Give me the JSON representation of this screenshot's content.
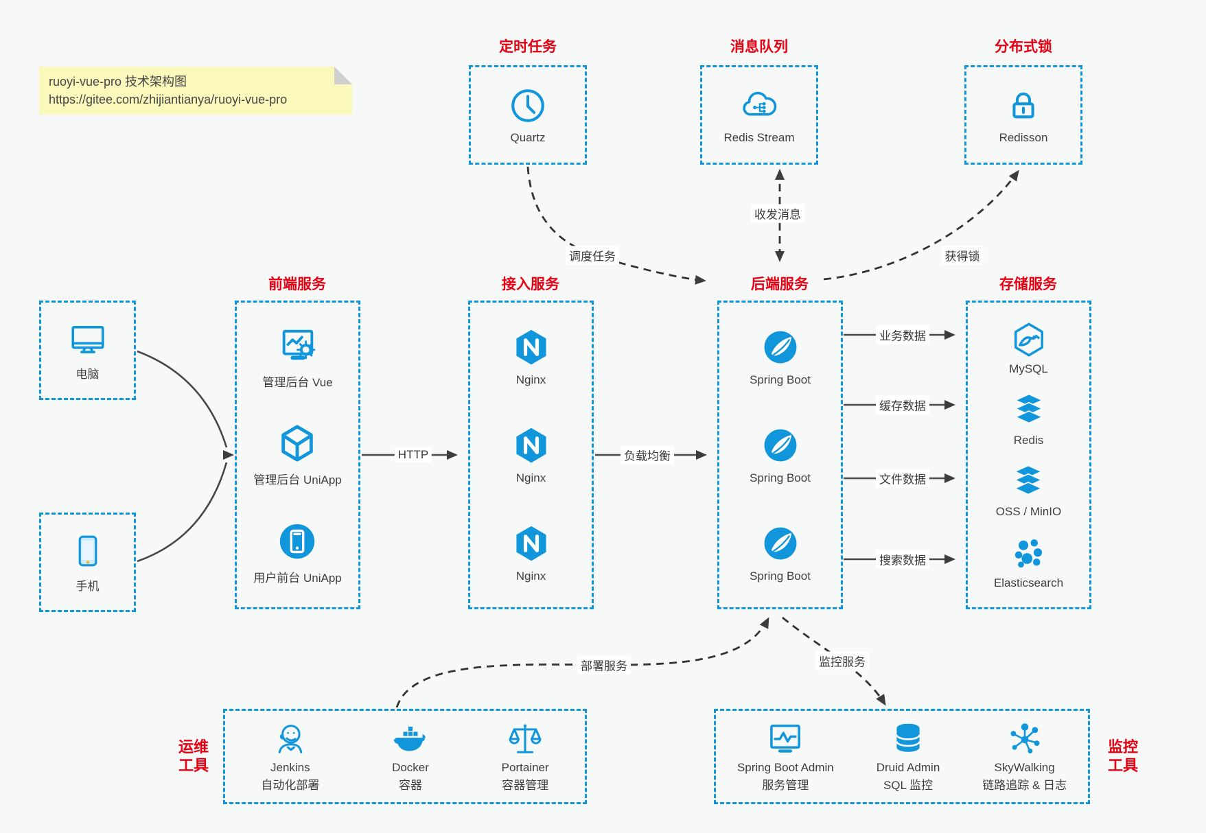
{
  "note": {
    "line1": "ruoyi-vue-pro 技术架构图",
    "line2": "https://gitee.com/zhijiantianya/ruoyi-vue-pro"
  },
  "colors": {
    "accent_blue": "#1296db",
    "title_red": "#e60012",
    "arrow_dark": "#3c3c3c",
    "note_yellow": "#fbf8bb"
  },
  "top_services": [
    {
      "title": "定时任务",
      "item": "Quartz",
      "icon": "clock-icon"
    },
    {
      "title": "消息队列",
      "item": "Redis Stream",
      "icon": "cloud-mq-icon"
    },
    {
      "title": "分布式锁",
      "item": "Redisson",
      "icon": "lock-icon"
    }
  ],
  "clients": [
    {
      "label": "电脑",
      "icon": "computer-icon"
    },
    {
      "label": "手机",
      "icon": "phone-icon"
    }
  ],
  "columns": {
    "frontend": {
      "title": "前端服务",
      "items": [
        {
          "label": "管理后台 Vue",
          "icon": "admin-vue-icon"
        },
        {
          "label": "管理后台 UniApp",
          "icon": "cube-icon"
        },
        {
          "label": "用户前台 UniApp",
          "icon": "user-app-icon"
        }
      ]
    },
    "gateway": {
      "title": "接入服务",
      "items": [
        {
          "label": "Nginx",
          "icon": "nginx-icon"
        },
        {
          "label": "Nginx",
          "icon": "nginx-icon"
        },
        {
          "label": "Nginx",
          "icon": "nginx-icon"
        }
      ]
    },
    "backend": {
      "title": "后端服务",
      "items": [
        {
          "label": "Spring Boot",
          "icon": "spring-boot-icon"
        },
        {
          "label": "Spring Boot",
          "icon": "spring-boot-icon"
        },
        {
          "label": "Spring Boot",
          "icon": "spring-boot-icon"
        }
      ]
    },
    "storage": {
      "title": "存储服务",
      "items": [
        {
          "label": "MySQL",
          "icon": "mysql-icon"
        },
        {
          "label": "Redis",
          "icon": "redis-icon"
        },
        {
          "label": "OSS / MinIO",
          "icon": "oss-minio-icon"
        },
        {
          "label": "Elasticsearch",
          "icon": "elasticsearch-icon"
        }
      ]
    }
  },
  "bottom": {
    "ops": {
      "side_lines": [
        "运维",
        "工具"
      ],
      "items": [
        {
          "name": "Jenkins",
          "caption": "自动化部署",
          "icon": "jenkins-icon"
        },
        {
          "name": "Docker",
          "caption": "容器",
          "icon": "docker-icon"
        },
        {
          "name": "Portainer",
          "caption": "容器管理",
          "icon": "portainer-icon"
        }
      ]
    },
    "monitor": {
      "side_lines": [
        "监控",
        "工具"
      ],
      "items": [
        {
          "name": "Spring Boot Admin",
          "caption": "服务管理",
          "icon": "spring-boot-admin-icon"
        },
        {
          "name": "Druid Admin",
          "caption": "SQL 监控",
          "icon": "druid-icon"
        },
        {
          "name": "SkyWalking",
          "caption": "链路追踪 & 日志",
          "icon": "skywalking-icon"
        }
      ]
    }
  },
  "edges": {
    "http": "HTTP",
    "load_balance": "负载均衡",
    "biz_data": "业务数据",
    "cache_data": "缓存数据",
    "file_data": "文件数据",
    "search_data": "搜索数据",
    "schedule_task": "调度任务",
    "send_receive_msg": "收发消息",
    "acquire_lock": "获得锁",
    "deploy_service": "部署服务",
    "monitor_service": "监控服务"
  }
}
